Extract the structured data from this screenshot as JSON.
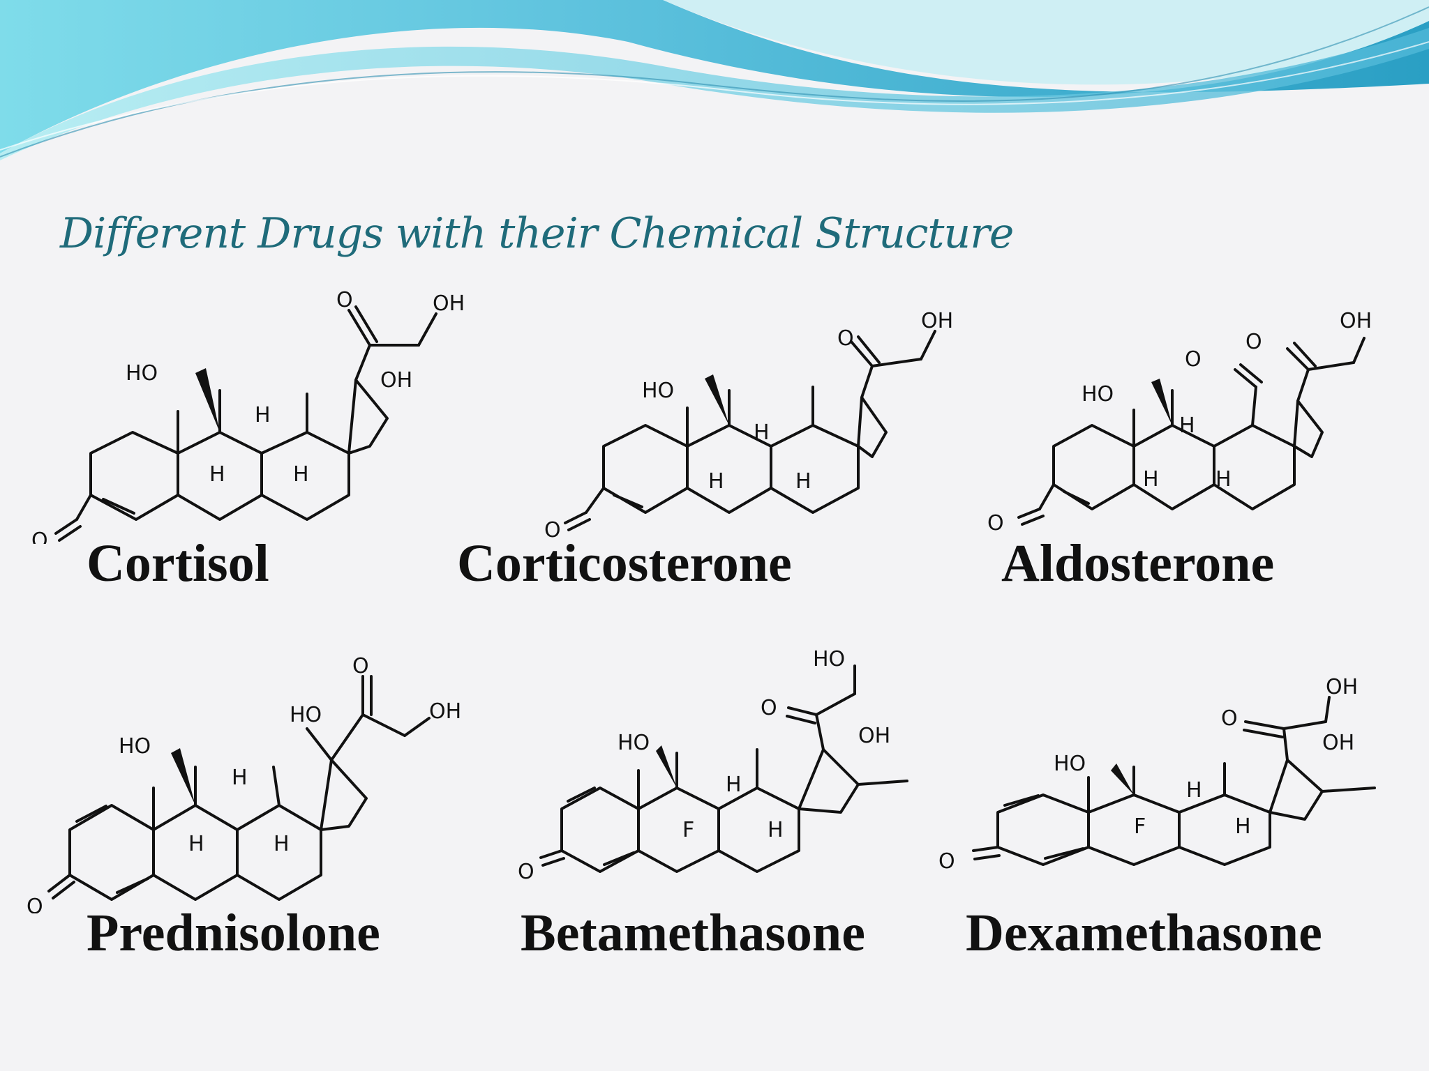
{
  "slide": {
    "title": "Different Drugs with their Chemical  Structure",
    "colors": {
      "title": "#1f6b7a",
      "wave_dark": "#2a9fc4",
      "wave_light": "#8fe0ea",
      "background": "#f3f3f5"
    }
  },
  "drugs": [
    {
      "name": "Cortisol",
      "atom_labels": [
        "O",
        "OH",
        "HO",
        "OH",
        "H",
        "H",
        "H",
        "O"
      ]
    },
    {
      "name": "Corticosterone",
      "atom_labels": [
        "OH",
        "O",
        "HO",
        "H",
        "H",
        "H",
        "O"
      ]
    },
    {
      "name": "Aldosterone",
      "atom_labels": [
        "OH",
        "O",
        "O",
        "HO",
        "H",
        "H",
        "H",
        "O"
      ]
    },
    {
      "name": "Prednisolone",
      "atom_labels": [
        "O",
        "HO",
        "OH",
        "HO",
        "H",
        "H",
        "H",
        "O"
      ]
    },
    {
      "name": "Betamethasone",
      "atom_labels": [
        "HO",
        "O",
        "OH",
        "HO",
        "H",
        "F",
        "H",
        "O"
      ]
    },
    {
      "name": "Dexamethasone",
      "atom_labels": [
        "OH",
        "O",
        "OH",
        "HO",
        "H",
        "F",
        "H",
        "O"
      ]
    }
  ]
}
